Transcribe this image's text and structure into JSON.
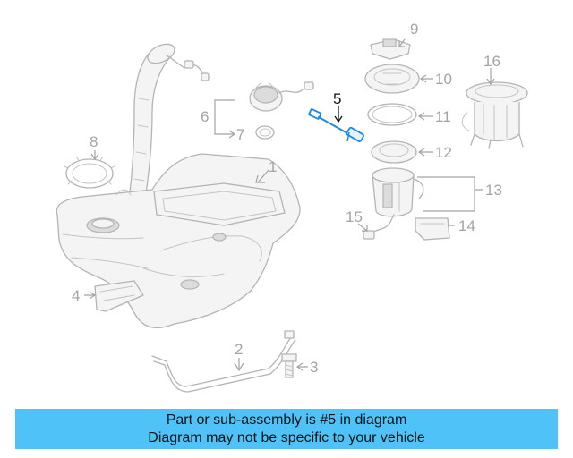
{
  "banner": {
    "line1": "Part or sub-assembly is #5 in diagram",
    "line2": "Diagram may not be specific to your vehicle"
  },
  "highlighted_part": "5",
  "callouts": [
    {
      "id": "1",
      "label": "1"
    },
    {
      "id": "2",
      "label": "2"
    },
    {
      "id": "3",
      "label": "3"
    },
    {
      "id": "4",
      "label": "4"
    },
    {
      "id": "5",
      "label": "5"
    },
    {
      "id": "6",
      "label": "6"
    },
    {
      "id": "7",
      "label": "7"
    },
    {
      "id": "8",
      "label": "8"
    },
    {
      "id": "9",
      "label": "9"
    },
    {
      "id": "10",
      "label": "10"
    },
    {
      "id": "11",
      "label": "11"
    },
    {
      "id": "12",
      "label": "12"
    },
    {
      "id": "13",
      "label": "13"
    },
    {
      "id": "14",
      "label": "14"
    },
    {
      "id": "15",
      "label": "15"
    },
    {
      "id": "16",
      "label": "16"
    }
  ],
  "colors": {
    "banner_bg": "#4fc3f7",
    "highlight": "#1e88e5",
    "line_art": "#b4b4b4"
  }
}
